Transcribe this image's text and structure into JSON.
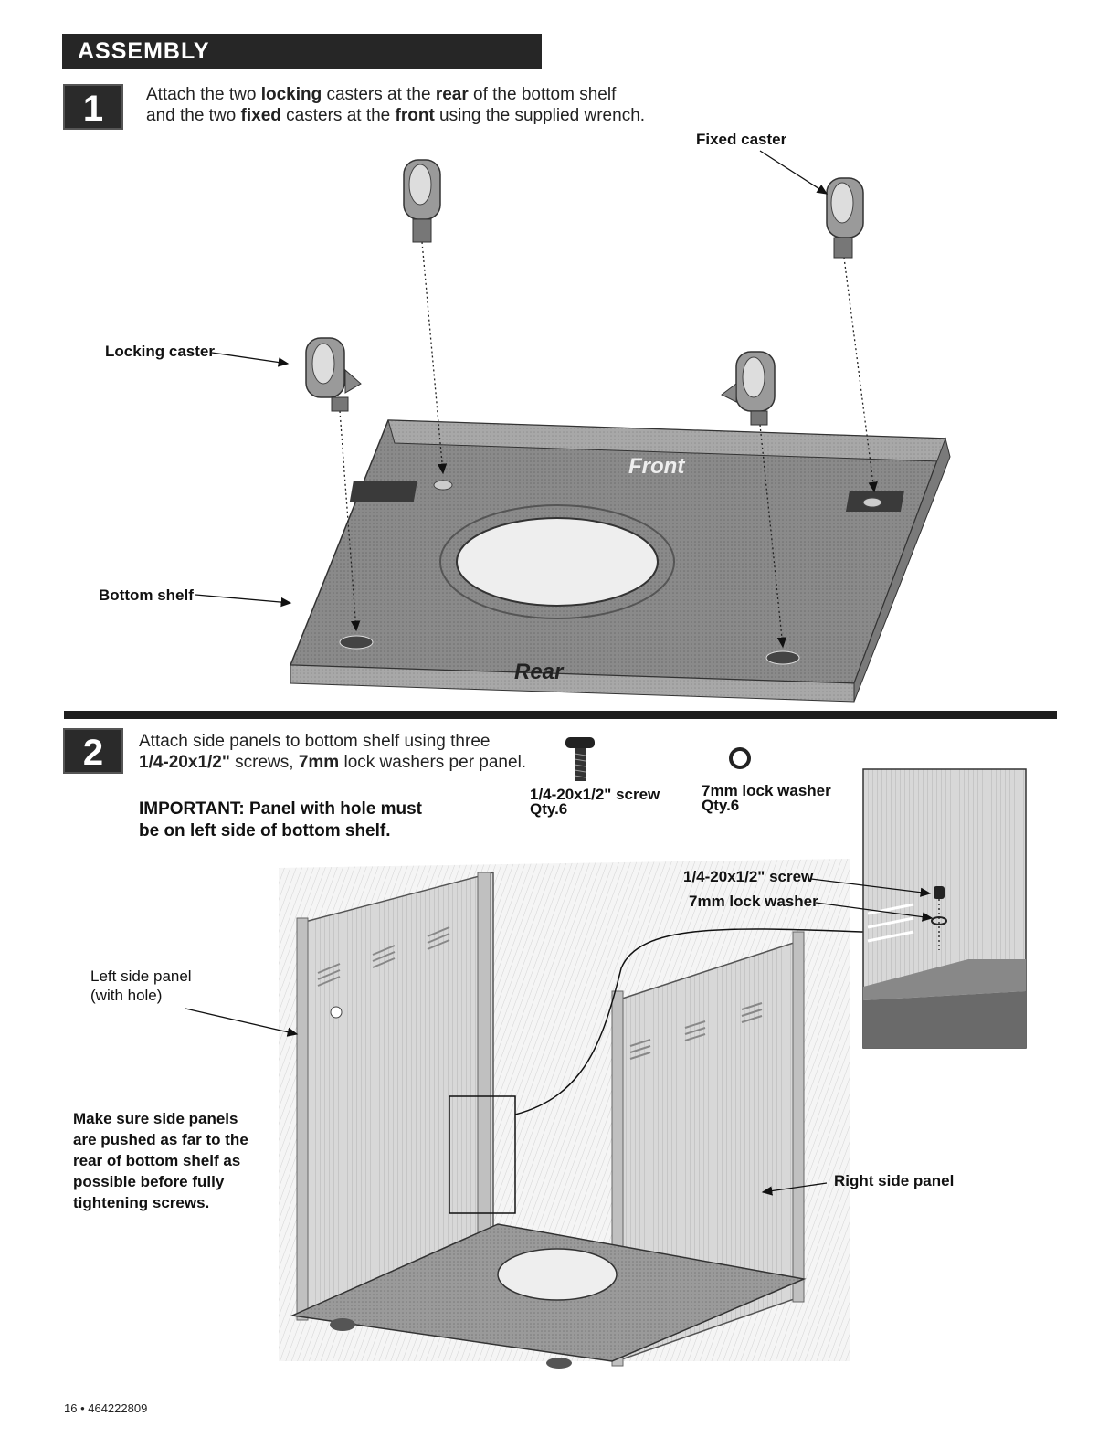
{
  "header": {
    "title": "ASSEMBLY"
  },
  "step1": {
    "number": "1",
    "line1": {
      "t1": "Attach the two ",
      "b1": "locking",
      "t2": " casters at the ",
      "b2": "rear",
      "t3": " of the bottom shelf"
    },
    "line2": {
      "t1": "and the two ",
      "b1": "fixed",
      "t2": " casters at the ",
      "b2": "front",
      "t3": " using the supplied wrench."
    },
    "labels": {
      "fixed_caster": "Fixed caster",
      "locking_caster": "Locking caster",
      "bottom_shelf": "Bottom shelf",
      "front": "Front",
      "rear": "Rear"
    }
  },
  "step2": {
    "number": "2",
    "line1": "Attach side panels to bottom shelf using three",
    "line2": {
      "b1": "1/4-20x1/2\"",
      "t1": " screws, ",
      "b2": "7mm",
      "t2": " lock washers per panel."
    },
    "important_line1": "IMPORTANT: Panel with hole must",
    "important_line2": "be on left side of bottom shelf.",
    "parts": [
      {
        "name": "1/4-20x1/2\" screw",
        "qty": "Qty.6"
      },
      {
        "name": "7mm lock washer",
        "qty": "Qty.6"
      }
    ],
    "callouts": {
      "screw": "1/4-20x1/2\" screw",
      "washer": "7mm lock washer",
      "left_panel_1": "Left side panel",
      "left_panel_2": "(with hole)",
      "right_panel": "Right side panel"
    },
    "note_lines": [
      "Make sure side panels",
      "are pushed as far to the",
      "rear of bottom shelf as",
      "possible before fully",
      "tightening screws."
    ]
  },
  "footer": {
    "page": "16 • 464222809"
  }
}
